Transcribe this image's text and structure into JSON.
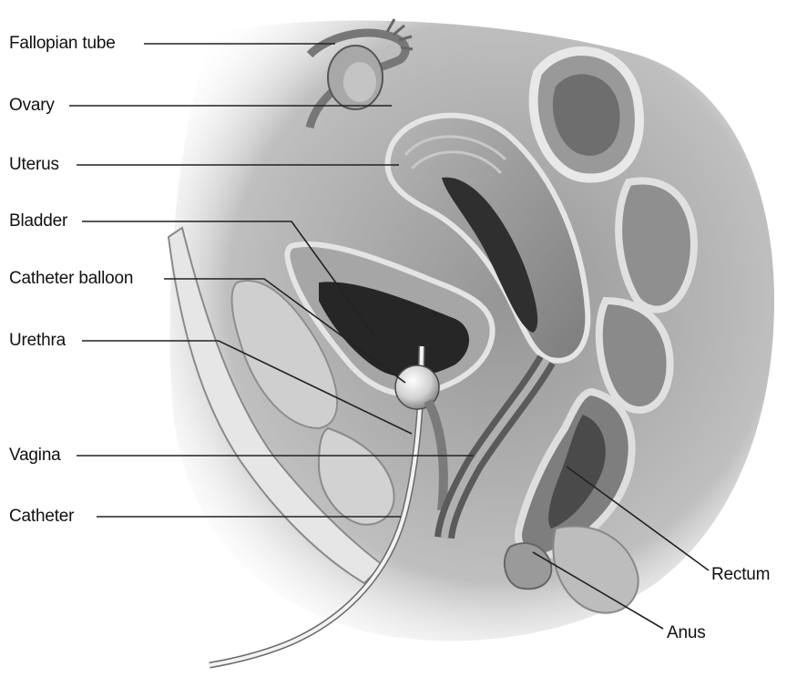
{
  "labels": {
    "fallopian_tube": "Fallopian tube",
    "ovary": "Ovary",
    "uterus": "Uterus",
    "bladder": "Bladder",
    "catheter_balloon": "Catheter balloon",
    "urethra": "Urethra",
    "vagina": "Vagina",
    "catheter": "Catheter",
    "rectum": "Rectum",
    "anus": "Anus"
  },
  "colors": {
    "background": "#ffffff",
    "tissue_light": "#d9d9d9",
    "tissue_mid": "#9a9a9a",
    "tissue_dark": "#3a3a3a",
    "leader_line": "#222222"
  }
}
